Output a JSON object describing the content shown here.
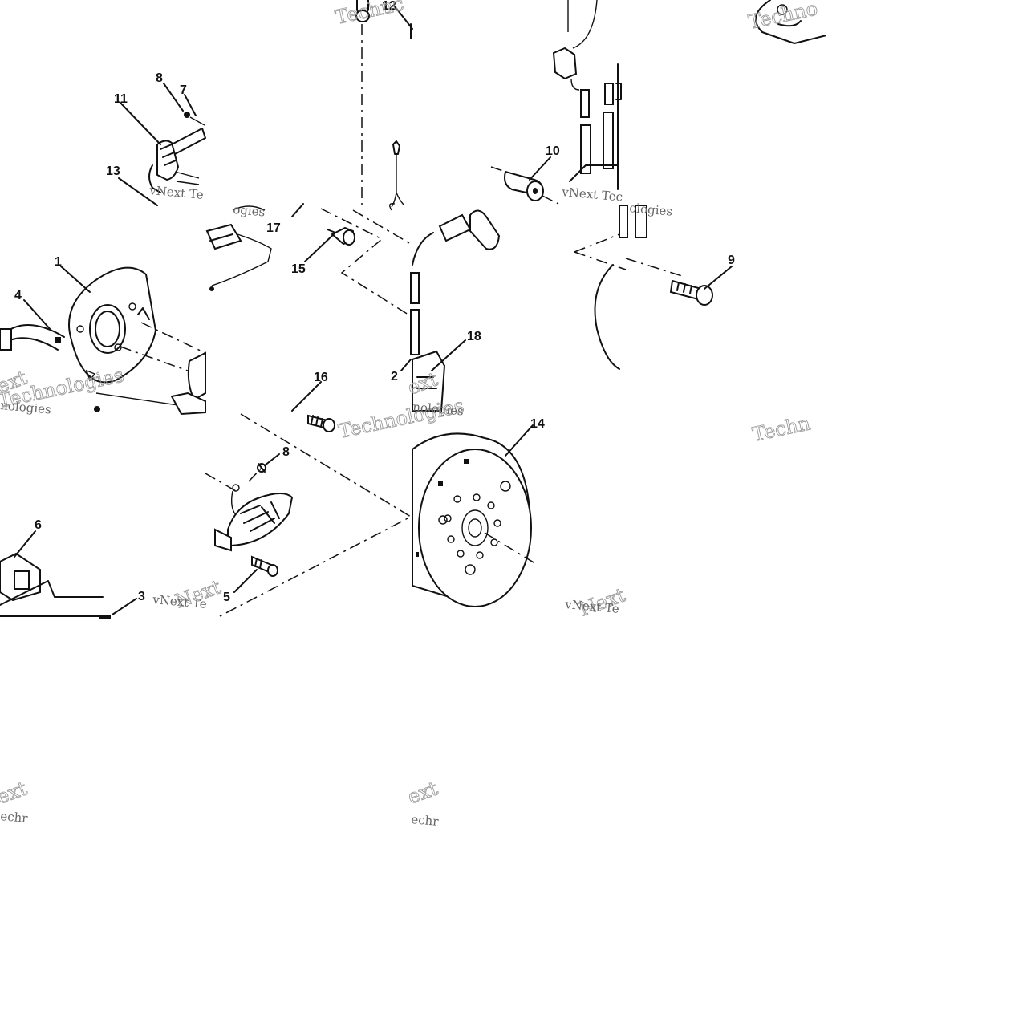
{
  "diagram": {
    "callouts": [
      "1",
      "2",
      "3",
      "4",
      "5",
      "6",
      "7",
      "8",
      "8",
      "9",
      "10",
      "11",
      "12",
      "13",
      "14",
      "15",
      "16",
      "17",
      "18"
    ],
    "watermarks": {
      "brand": "vNext",
      "technologies": "Technologies",
      "vnext_te": "vNext Te",
      "vnext_tec": "vNext Tec",
      "technc": "Technc",
      "techn": "Techn",
      "ogies": "ogies",
      "nologies": "nologies",
      "ext": "ext",
      "echr": "echr",
      "ologies": "ologies",
      "techno": "Techno",
      "next": "Next"
    }
  }
}
